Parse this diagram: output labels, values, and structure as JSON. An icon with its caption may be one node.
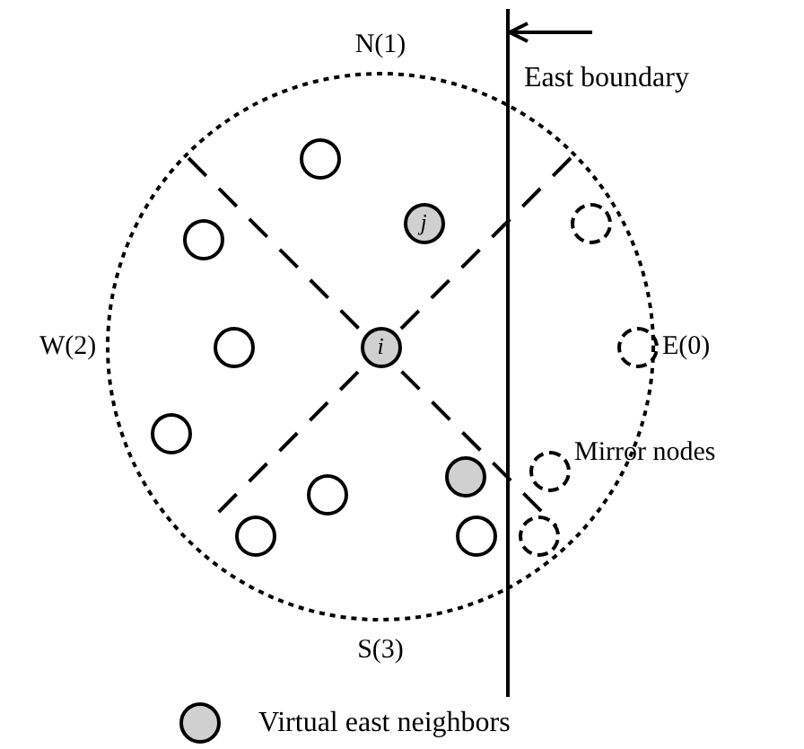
{
  "diagram": {
    "nodes": [
      {
        "text": [
          "East boundary"
        ]
      },
      {
        "text": [],
        "shape": "line"
      },
      {
        "text": [],
        "shape": "circle"
      },
      {
        "text": [
          "j"
        ]
      },
      {
        "text": [],
        "shape": "circle"
      },
      {
        "text": [],
        "shape": "circle"
      },
      {
        "text": [],
        "shape": "circle"
      },
      {
        "text": [
          "i"
        ]
      },
      {
        "text": [],
        "shape": "circle"
      },
      {
        "text": [],
        "shape": "circle"
      },
      {
        "text": [],
        "shape": "circle"
      },
      {
        "text": [],
        "shape": "circle"
      },
      {
        "text": [],
        "shape": "circle"
      },
      {
        "text": [],
        "shape": "circle"
      },
      {
        "text": [],
        "shape": "circle"
      },
      {
        "text": [],
        "shape": "circle"
      }
    ],
    "edges": [
      {
        "from": 0,
        "to": 1,
        "arrow": "to"
      }
    ],
    "labels": [
      "N(1)",
      "W(2)",
      "E(0)",
      "Mirror nodes",
      "S(3)"
    ],
    "legend": [
      {
        "text": "Virtual east neighbors",
        "color": "#d0d0d0"
      }
    ]
  }
}
